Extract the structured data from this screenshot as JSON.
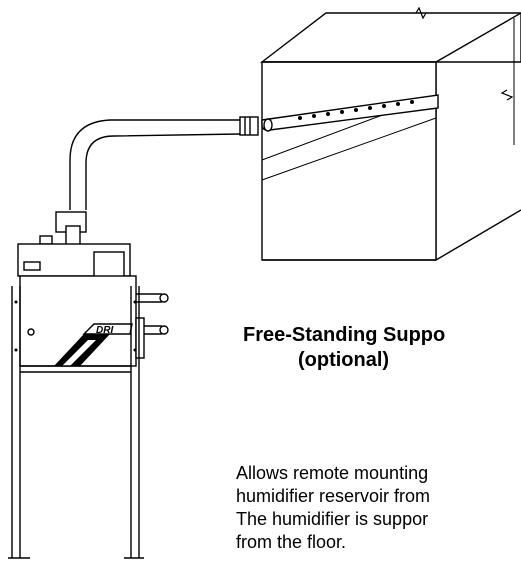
{
  "diagram": {
    "title_line1": "Free-Standing Suppo",
    "title_line2": "(optional)",
    "description_lines": [
      "Allows remote mounting",
      "humidifier reservoir from",
      "The humidifier is suppor",
      "from the floor."
    ],
    "humidifier_logo_text": "DRI"
  }
}
